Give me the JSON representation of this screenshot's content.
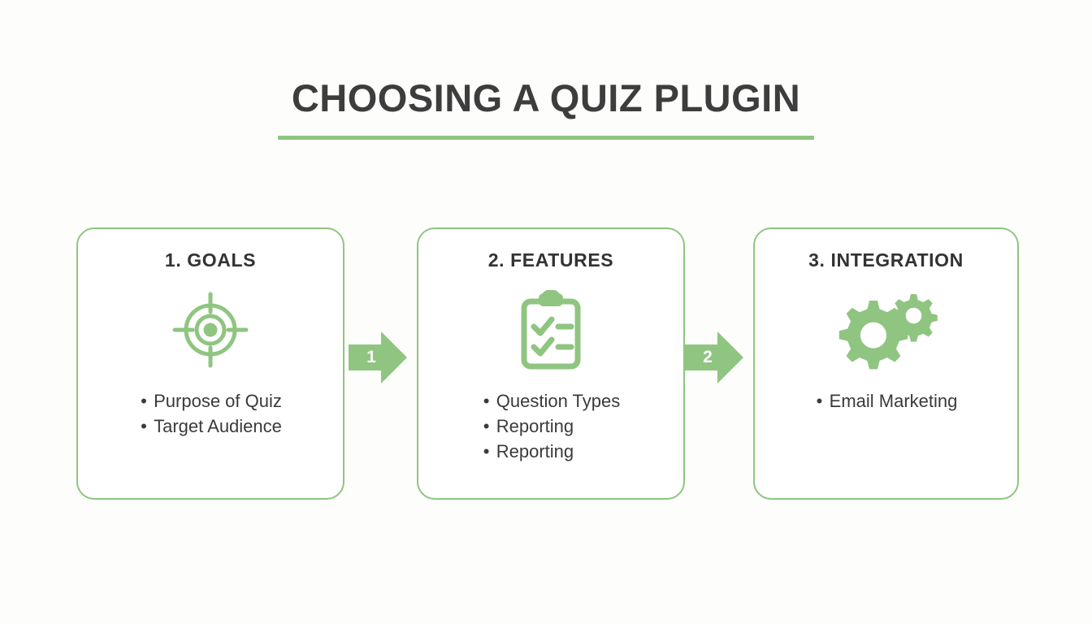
{
  "page": {
    "title": "CHOOSING A QUIZ PLUGIN",
    "accent_color": "#8fc580",
    "text_color": "#3a3a3a",
    "background_color": "#fdfdfc"
  },
  "steps": [
    {
      "title": "1. GOALS",
      "icon": "target-crosshair-icon",
      "bullets": [
        "Purpose of Quiz",
        "Target Audience"
      ]
    },
    {
      "title": "2. FEATURES",
      "icon": "clipboard-checklist-icon",
      "bullets": [
        "Question Types",
        "Reporting",
        "Reporting"
      ]
    },
    {
      "title": "3. INTEGRATION",
      "icon": "gears-icon",
      "bullets": [
        "Email Marketing"
      ]
    }
  ],
  "connectors": [
    {
      "label": "1",
      "icon": "arrow-right-icon"
    },
    {
      "label": "2",
      "icon": "arrow-right-icon"
    }
  ]
}
